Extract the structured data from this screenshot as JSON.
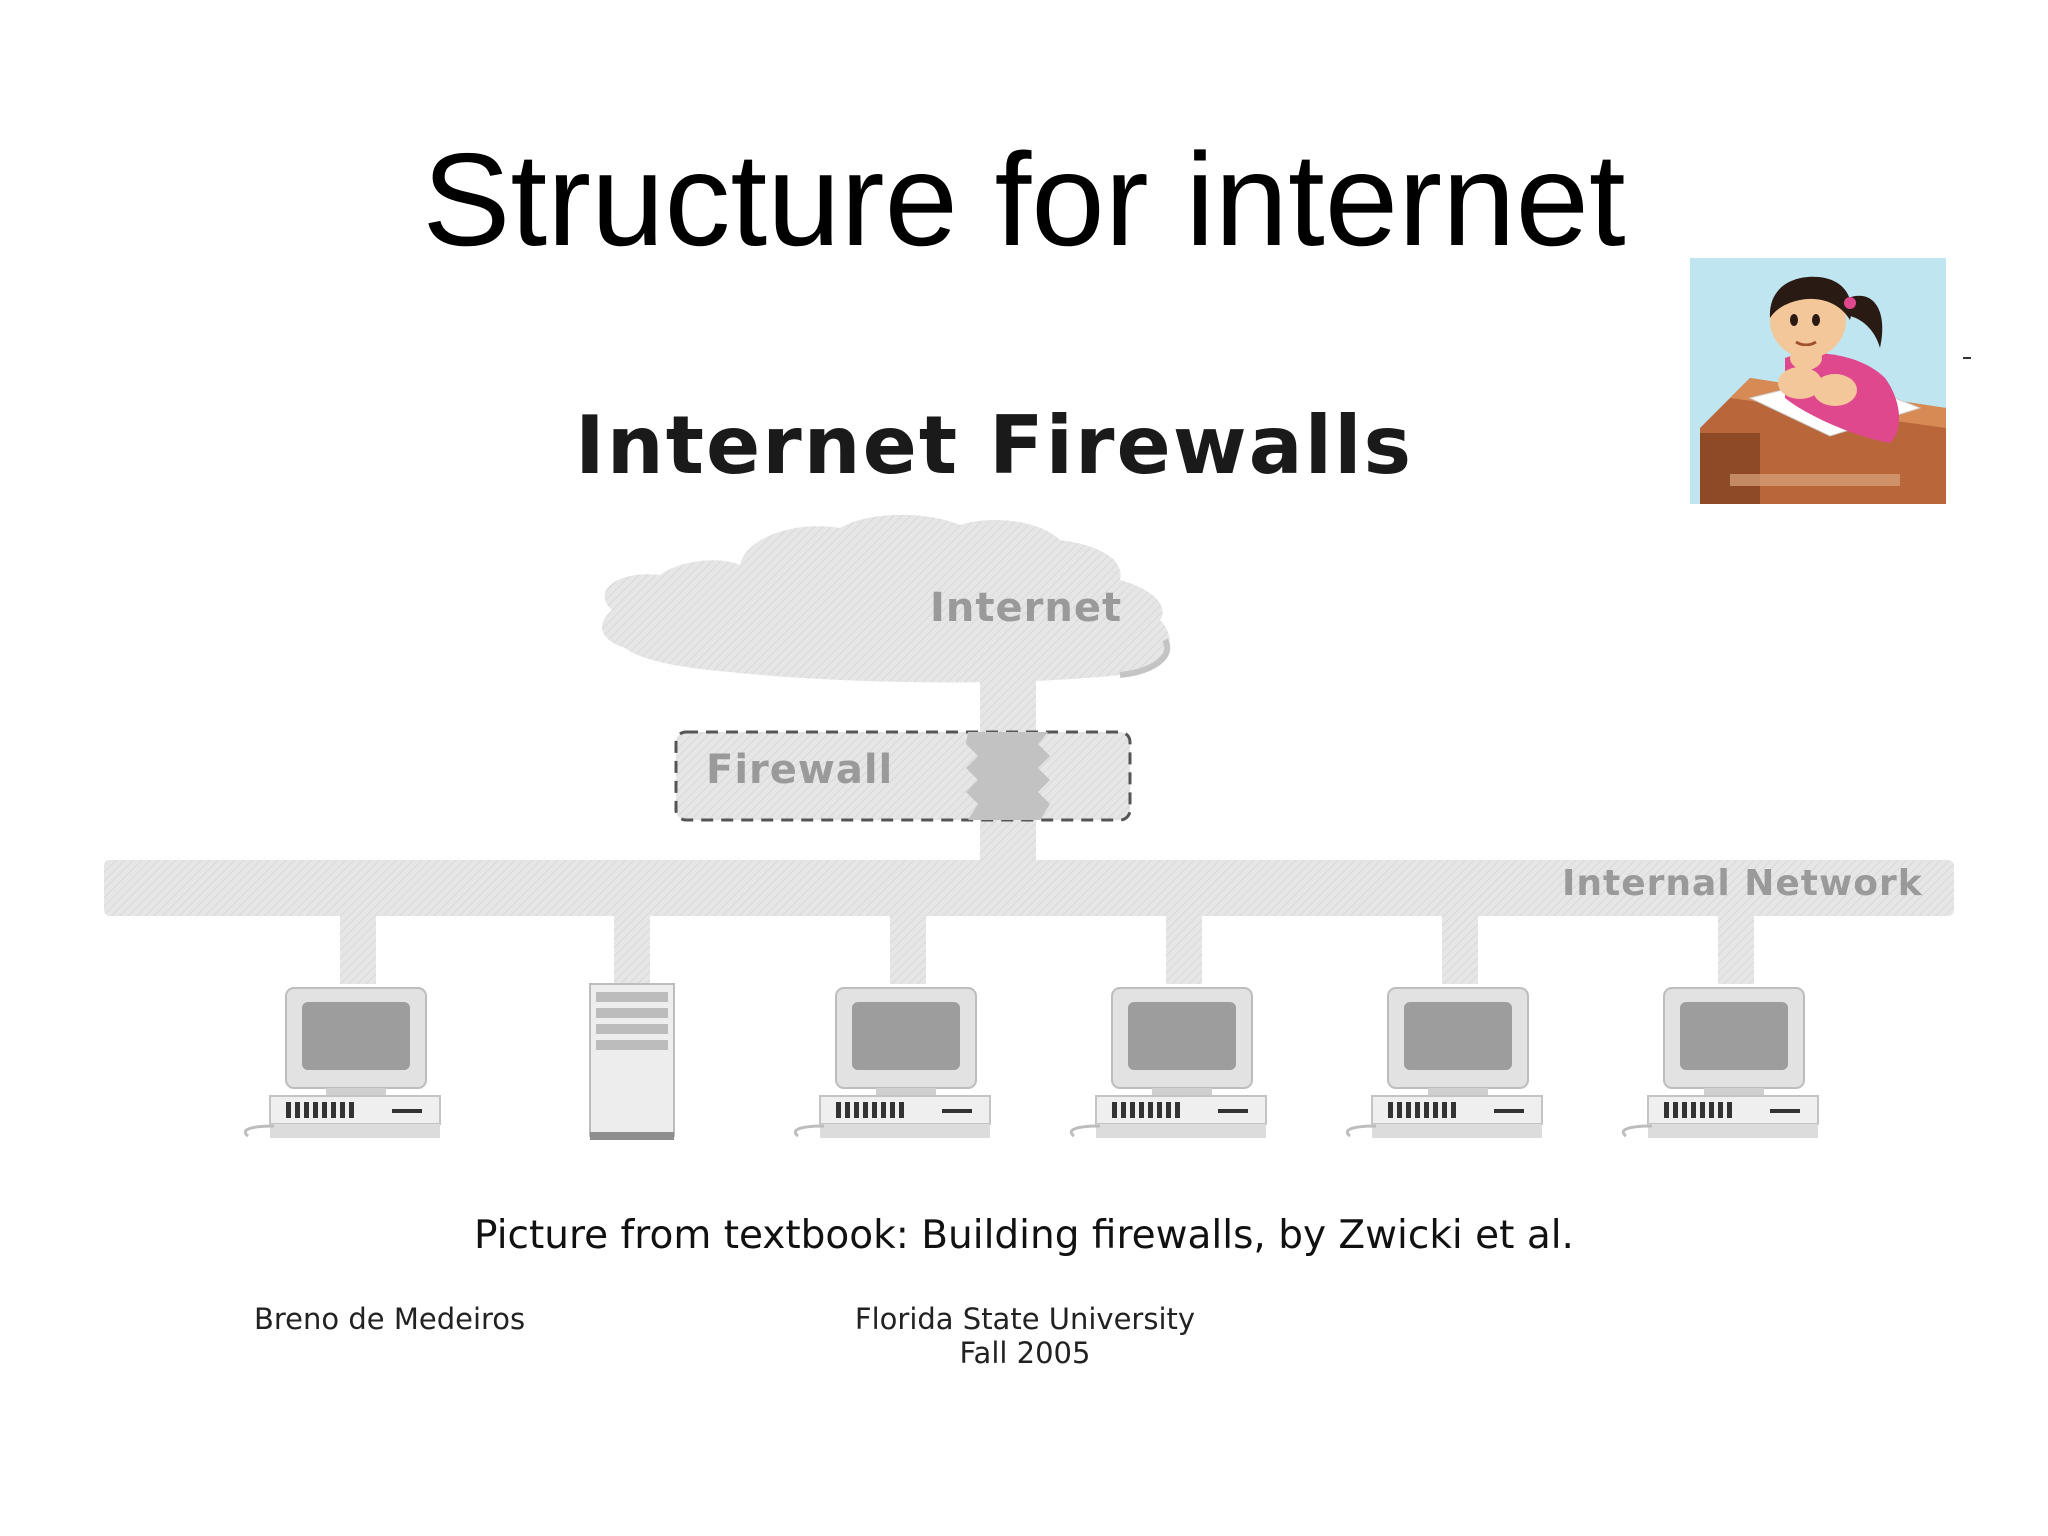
{
  "slide": {
    "title": "Structure for internet"
  },
  "diagram": {
    "title": "Internet Firewalls",
    "cloud_label": "Internet",
    "firewall_label": "Firewall",
    "network_label": "Internal Network",
    "devices": [
      {
        "type": "workstation"
      },
      {
        "type": "server-tower"
      },
      {
        "type": "workstation"
      },
      {
        "type": "workstation"
      },
      {
        "type": "workstation"
      },
      {
        "type": "workstation"
      }
    ]
  },
  "caption": "Picture from textbook: Building firewalls, by Zwicki et al.",
  "footer": {
    "author": "Breno de Medeiros",
    "institution": "Florida State University",
    "term": "Fall 2005"
  },
  "clipart": {
    "icon": "girl-thinking-at-desk-icon",
    "colors": {
      "background": "#bfe6f0",
      "desk": "#b8663a",
      "shirt": "#e0488e",
      "hair": "#2a1a14"
    }
  },
  "colors": {
    "diagram_gray": "#e4e4e4",
    "diagram_dark_gray": "#b9b9b9",
    "label_gray": "#9a9a9a"
  }
}
